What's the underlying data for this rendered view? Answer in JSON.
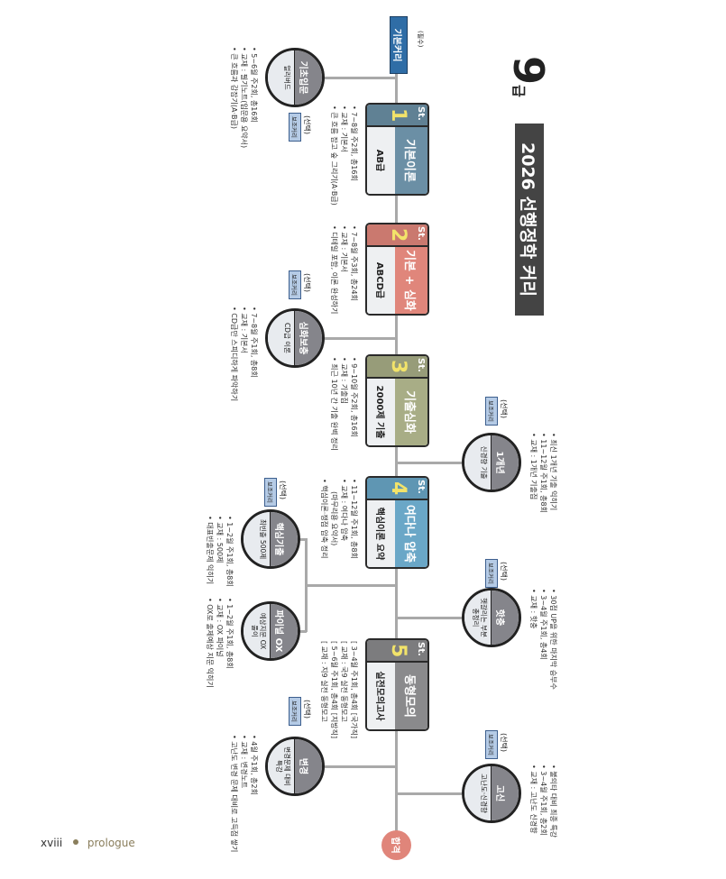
{
  "title": {
    "grade_num": "9",
    "grade_unit": "급",
    "main": "2026 선행정학 커리"
  },
  "main_track": {
    "label": "기본커리",
    "note": "(필수)"
  },
  "finish": "합격",
  "stages": [
    {
      "st": "St.",
      "num": "1",
      "title": "기본이론",
      "subtitle": "AB급",
      "color": "#6b8fa5",
      "bullets": [
        "7~8월 주2회, 총16회",
        "교재 : 기본서",
        "큰 흐름 잡고 숲 그리기(A·B급)"
      ]
    },
    {
      "st": "St.",
      "num": "2",
      "title": "기본 + 심화",
      "subtitle": "ABCD급",
      "color": "#e0867b",
      "bullets": [
        "7~8월 주3회, 총24회",
        "교재 : 기본서",
        "디테일 포함, 이론 완성하기"
      ]
    },
    {
      "st": "St.",
      "num": "3",
      "title": "기출심화",
      "subtitle": "2000제 기출",
      "color": "#a8ad86",
      "bullets": [
        "9~10월 주2회, 총16회",
        "교재 : 기출집",
        "최근 10년 간 기출 완벽 정리"
      ]
    },
    {
      "st": "St.",
      "num": "4",
      "title": "여다나 압축",
      "subtitle": "핵심이론 요약",
      "color": "#6aa7c7",
      "bullets": [
        "11~12월 주1회, 총8회",
        "교재 : 여다나 압축",
        "(마무리용 요약서)",
        "핵심이론·쟁점 압축 정리"
      ]
    },
    {
      "st": "St.",
      "num": "5",
      "title": "동형모의",
      "subtitle": "실전모의고사",
      "color": "#8a8a8c",
      "bullets": [
        "3~4월 주1회, 총4회 [국가직]",
        "교재 : 국9 실전 동형모고",
        "5~6월 주1회, 총4회 [지방직]",
        "교재 : 지9 실전 동형모고"
      ]
    }
  ],
  "optional": [
    {
      "title": "기초입문",
      "subtitle": "얼리버드",
      "note": "(선택)",
      "tag": "보조커리",
      "bullets": [
        "5~6월 주2회, 총16회",
        "교재 : 필기노트(입문용 요약서)",
        "큰 흐름과 감잡기(A·B급)"
      ]
    },
    {
      "title": "심화보충",
      "subtitle": "CD급 이론",
      "note": "(선택)",
      "tag": "보조커리",
      "bullets": [
        "7~8월 주1회, 총8회",
        "교재 : 기본서",
        "CD급만 스피디하게 파악하기"
      ]
    },
    {
      "title": "1개년",
      "subtitle": "신경향 기출",
      "note": "(선택)",
      "tag": "보조커리",
      "bullets": [
        "최신 1개년 기출 익히기",
        "11~12월 주1회, 총8회",
        "교재 : 1개년 기출집"
      ]
    },
    {
      "title": "핵심기출",
      "subtitle": "최빈출 500제",
      "note": "(선택)",
      "tag": "보조커리",
      "bullets": [
        "1~2월 주1회, 총8회",
        "교재 : 500제",
        "대표빈출문제 익히기"
      ]
    },
    {
      "title": "파이널 OX",
      "subtitle": "예상지문 OX 풀이",
      "bullets": [
        "1~2월 주1회, 총8회",
        "교재 : OX 파이널",
        "OX로 출제예상 지문 익히기"
      ]
    },
    {
      "title": "핫충",
      "subtitle": "헷갈리는 부분 총정리",
      "note": "(선택)",
      "tag": "보조커리",
      "bullets": [
        "30점 UP을 위한 마지막 승부수",
        "3~4월 주1회, 총4회",
        "교재 : 핫충"
      ]
    },
    {
      "title": "고신",
      "subtitle": "고난도·신경향",
      "note": "(선택)",
      "tag": "보조커리",
      "bullets": [
        "불의타 대비 최종 특강",
        "3~4월 주1회, 총2회",
        "교재 : 고난도 신경향"
      ]
    },
    {
      "title": "변경",
      "subtitle": "변경문제 대비특강",
      "note": "(선택)",
      "tag": "보조커리",
      "bullets": [
        "4월 주1회, 총2회",
        "교재 : 변경노트",
        "고난도 변경 문제 대비로 고득점 쌓기"
      ]
    }
  ],
  "footer": {
    "page": "xviii",
    "section": "prologue"
  }
}
